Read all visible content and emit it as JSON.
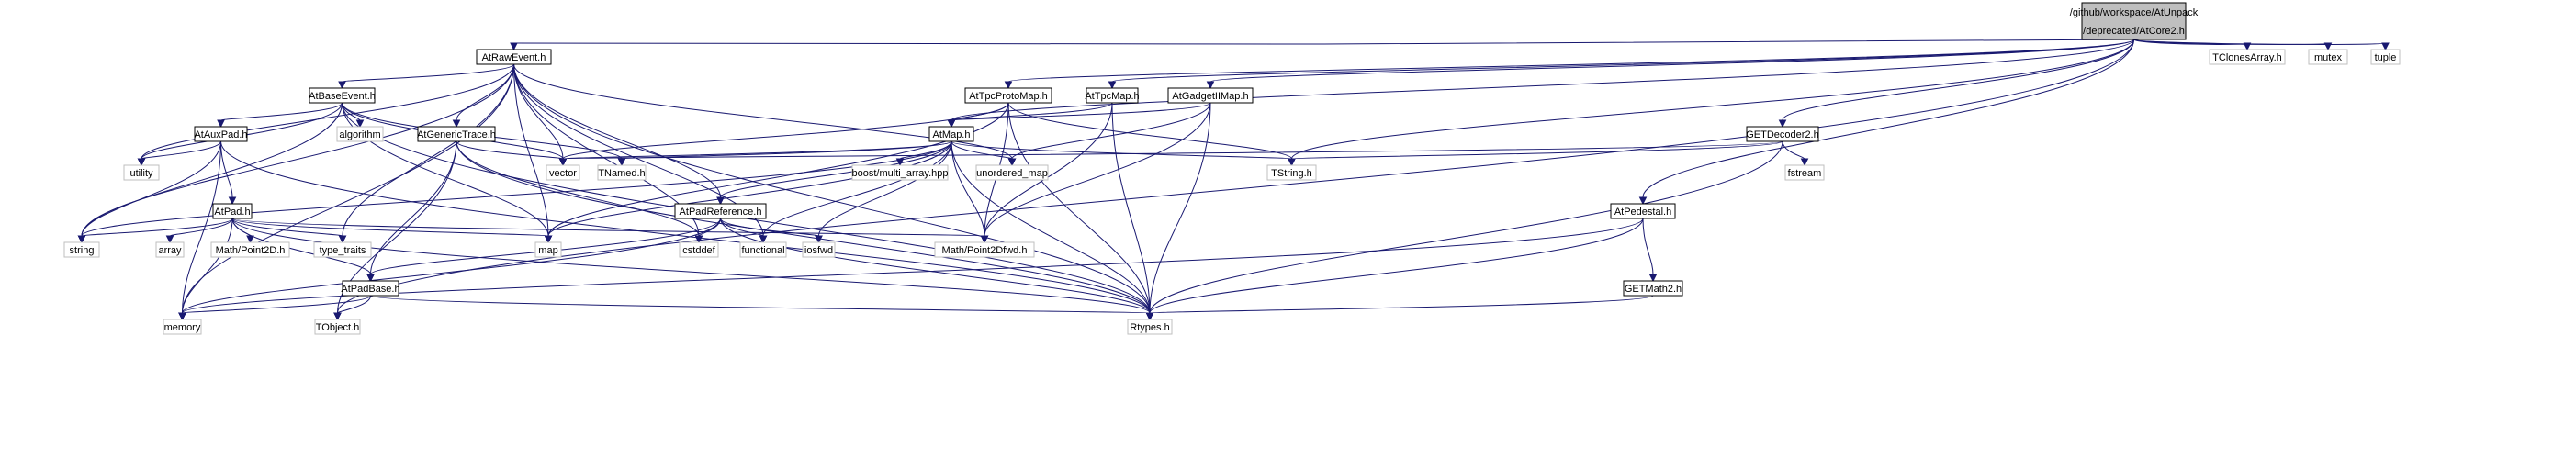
{
  "graph": {
    "nodes": [
      {
        "id": "root",
        "lines": [
          "/github/workspace/AtUnpack",
          "/deprecated/AtCore2.h"
        ],
        "style": "root"
      },
      {
        "id": "raw",
        "lines": [
          "AtRawEvent.h"
        ],
        "style": "black"
      },
      {
        "id": "tclones",
        "lines": [
          "TClonesArray.h"
        ],
        "style": "gray"
      },
      {
        "id": "mutex",
        "lines": [
          "mutex"
        ],
        "style": "gray"
      },
      {
        "id": "tuple",
        "lines": [
          "tuple"
        ],
        "style": "gray"
      },
      {
        "id": "base",
        "lines": [
          "AtBaseEvent.h"
        ],
        "style": "black"
      },
      {
        "id": "tpcproto",
        "lines": [
          "AtTpcProtoMap.h"
        ],
        "style": "black"
      },
      {
        "id": "tpcmap",
        "lines": [
          "AtTpcMap.h"
        ],
        "style": "black"
      },
      {
        "id": "gadget",
        "lines": [
          "AtGadgetIIMap.h"
        ],
        "style": "black"
      },
      {
        "id": "getdec",
        "lines": [
          "GETDecoder2.h"
        ],
        "style": "black"
      },
      {
        "id": "auxpad",
        "lines": [
          "AtAuxPad.h"
        ],
        "style": "black"
      },
      {
        "id": "algorithm",
        "lines": [
          "algorithm"
        ],
        "style": "gray"
      },
      {
        "id": "generic",
        "lines": [
          "AtGenericTrace.h"
        ],
        "style": "black"
      },
      {
        "id": "atmap",
        "lines": [
          "AtMap.h"
        ],
        "style": "black"
      },
      {
        "id": "utility",
        "lines": [
          "utility"
        ],
        "style": "gray"
      },
      {
        "id": "vector",
        "lines": [
          "vector"
        ],
        "style": "gray"
      },
      {
        "id": "tnamed",
        "lines": [
          "TNamed.h"
        ],
        "style": "gray"
      },
      {
        "id": "boost",
        "lines": [
          "boost/multi_array.hpp"
        ],
        "style": "gray"
      },
      {
        "id": "unordered",
        "lines": [
          "unordered_map"
        ],
        "style": "gray"
      },
      {
        "id": "tstring",
        "lines": [
          "TString.h"
        ],
        "style": "gray"
      },
      {
        "id": "fstream",
        "lines": [
          "fstream"
        ],
        "style": "gray"
      },
      {
        "id": "atpad",
        "lines": [
          "AtPad.h"
        ],
        "style": "black"
      },
      {
        "id": "padref",
        "lines": [
          "AtPadReference.h"
        ],
        "style": "black"
      },
      {
        "id": "pedestal",
        "lines": [
          "AtPedestal.h"
        ],
        "style": "black"
      },
      {
        "id": "string",
        "lines": [
          "string"
        ],
        "style": "gray"
      },
      {
        "id": "array",
        "lines": [
          "array"
        ],
        "style": "gray"
      },
      {
        "id": "point2d",
        "lines": [
          "Math/Point2D.h"
        ],
        "style": "gray"
      },
      {
        "id": "typetraits",
        "lines": [
          "type_traits"
        ],
        "style": "gray"
      },
      {
        "id": "map",
        "lines": [
          "map"
        ],
        "style": "gray"
      },
      {
        "id": "cstddef",
        "lines": [
          "cstddef"
        ],
        "style": "gray"
      },
      {
        "id": "functional",
        "lines": [
          "functional"
        ],
        "style": "gray"
      },
      {
        "id": "iosfwd",
        "lines": [
          "iosfwd"
        ],
        "style": "gray"
      },
      {
        "id": "point2dfwd",
        "lines": [
          "Math/Point2Dfwd.h"
        ],
        "style": "gray"
      },
      {
        "id": "getmath",
        "lines": [
          "GETMath2.h"
        ],
        "style": "black"
      },
      {
        "id": "padbase",
        "lines": [
          "AtPadBase.h"
        ],
        "style": "black"
      },
      {
        "id": "memory",
        "lines": [
          "memory"
        ],
        "style": "gray"
      },
      {
        "id": "tobject",
        "lines": [
          "TObject.h"
        ],
        "style": "gray"
      },
      {
        "id": "rtypes",
        "lines": [
          "Rtypes.h"
        ],
        "style": "gray"
      }
    ],
    "edges": [
      [
        "root",
        "raw"
      ],
      [
        "root",
        "tclones"
      ],
      [
        "root",
        "mutex"
      ],
      [
        "root",
        "tuple"
      ],
      [
        "root",
        "tpcproto"
      ],
      [
        "root",
        "tpcmap"
      ],
      [
        "root",
        "gadget"
      ],
      [
        "root",
        "getdec"
      ],
      [
        "root",
        "atmap"
      ],
      [
        "root",
        "tstring"
      ],
      [
        "root",
        "pedestal"
      ],
      [
        "root",
        "tobject"
      ],
      [
        "raw",
        "base"
      ],
      [
        "raw",
        "generic"
      ],
      [
        "raw",
        "padref"
      ],
      [
        "raw",
        "utility"
      ],
      [
        "raw",
        "vector"
      ],
      [
        "raw",
        "string"
      ],
      [
        "raw",
        "memory"
      ],
      [
        "raw",
        "map"
      ],
      [
        "raw",
        "cstddef"
      ],
      [
        "raw",
        "functional"
      ],
      [
        "raw",
        "typetraits"
      ],
      [
        "raw",
        "unordered"
      ],
      [
        "raw",
        "rtypes"
      ],
      [
        "base",
        "auxpad"
      ],
      [
        "base",
        "algorithm"
      ],
      [
        "base",
        "utility"
      ],
      [
        "base",
        "string"
      ],
      [
        "base",
        "vector"
      ],
      [
        "base",
        "tnamed"
      ],
      [
        "base",
        "map"
      ],
      [
        "base",
        "rtypes"
      ],
      [
        "auxpad",
        "atpad"
      ],
      [
        "auxpad",
        "utility"
      ],
      [
        "auxpad",
        "string"
      ],
      [
        "auxpad",
        "memory"
      ],
      [
        "auxpad",
        "rtypes"
      ],
      [
        "atpad",
        "padbase"
      ],
      [
        "atpad",
        "string"
      ],
      [
        "atpad",
        "array"
      ],
      [
        "atpad",
        "point2d"
      ],
      [
        "atpad",
        "typetraits"
      ],
      [
        "atpad",
        "map"
      ],
      [
        "atpad",
        "memory"
      ],
      [
        "atpad",
        "rtypes"
      ],
      [
        "atpad",
        "point2dfwd"
      ],
      [
        "generic",
        "padbase"
      ],
      [
        "generic",
        "vector"
      ],
      [
        "generic",
        "tobject"
      ],
      [
        "generic",
        "cstddef"
      ],
      [
        "generic",
        "rtypes"
      ],
      [
        "tpcproto",
        "atmap"
      ],
      [
        "tpcproto",
        "vector"
      ],
      [
        "tpcproto",
        "map"
      ],
      [
        "tpcproto",
        "tstring"
      ],
      [
        "tpcproto",
        "point2dfwd"
      ],
      [
        "tpcproto",
        "rtypes"
      ],
      [
        "tpcmap",
        "atmap"
      ],
      [
        "tpcmap",
        "point2dfwd"
      ],
      [
        "tpcmap",
        "rtypes"
      ],
      [
        "gadget",
        "atmap"
      ],
      [
        "gadget",
        "unordered"
      ],
      [
        "gadget",
        "point2dfwd"
      ],
      [
        "gadget",
        "rtypes"
      ],
      [
        "getdec",
        "vector"
      ],
      [
        "getdec",
        "fstream"
      ],
      [
        "getdec",
        "tstring"
      ],
      [
        "getdec",
        "rtypes"
      ],
      [
        "atmap",
        "padref"
      ],
      [
        "atmap",
        "tnamed"
      ],
      [
        "atmap",
        "boost"
      ],
      [
        "atmap",
        "unordered"
      ],
      [
        "atmap",
        "tstring"
      ],
      [
        "atmap",
        "vector"
      ],
      [
        "atmap",
        "string"
      ],
      [
        "atmap",
        "map"
      ],
      [
        "atmap",
        "functional"
      ],
      [
        "atmap",
        "iosfwd"
      ],
      [
        "atmap",
        "point2dfwd"
      ],
      [
        "atmap",
        "rtypes"
      ],
      [
        "padref",
        "padbase"
      ],
      [
        "padref",
        "memory"
      ],
      [
        "padref",
        "cstddef"
      ],
      [
        "padref",
        "functional"
      ],
      [
        "padref",
        "iosfwd"
      ],
      [
        "padref",
        "rtypes"
      ],
      [
        "pedestal",
        "getmath"
      ],
      [
        "pedestal",
        "memory"
      ],
      [
        "pedestal",
        "rtypes"
      ],
      [
        "getmath",
        "rtypes"
      ],
      [
        "padbase",
        "memory"
      ],
      [
        "padbase",
        "tobject"
      ],
      [
        "padbase",
        "rtypes"
      ]
    ]
  }
}
